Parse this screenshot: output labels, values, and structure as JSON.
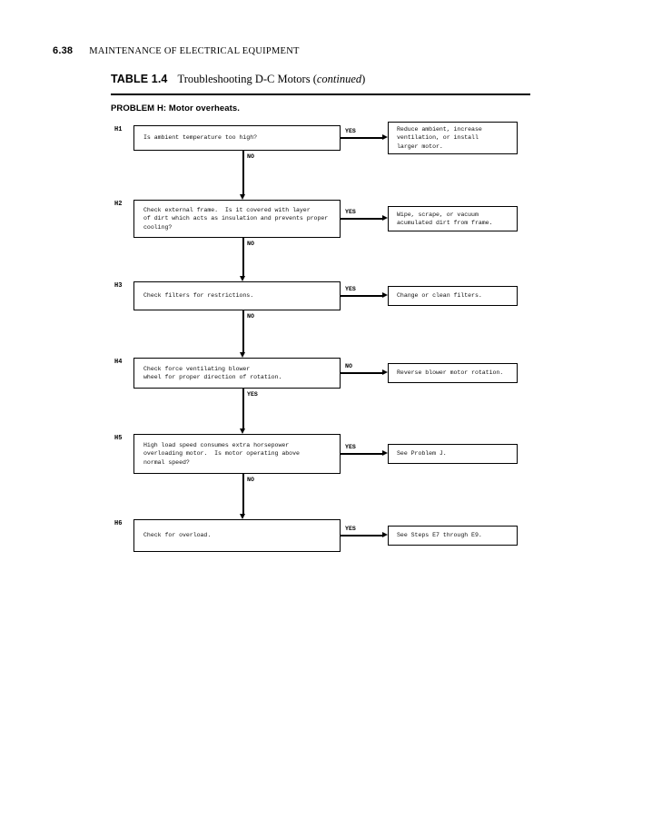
{
  "running_head": {
    "folio": "6.38",
    "title": "MAINTENANCE OF ELECTRICAL EQUIPMENT"
  },
  "caption": {
    "label": "TABLE 1.4",
    "text": "Troubleshooting D-C Motors (",
    "continued": "continued",
    "close": ")"
  },
  "problem_heading": "PROBLEM H: Motor overheats.",
  "flowchart": {
    "yes_label": "YES",
    "no_label": "NO",
    "steps": [
      {
        "tag": "H1",
        "question": "Is ambient temperature too high?",
        "branch_label": "YES",
        "action": "Reduce ambient, increase\nventilation, or install\nlarger motor.",
        "down_label": "NO"
      },
      {
        "tag": "H2",
        "question": "Check external frame.  Is it covered with layer\nof dirt which acts as insulation and prevents proper\ncooling?",
        "branch_label": "YES",
        "action": "Wipe, scrape, or vacuum\nacumulated dirt from frame.",
        "down_label": "NO"
      },
      {
        "tag": "H3",
        "question": "Check filters for restrictions.",
        "branch_label": "YES",
        "action": "Change or clean filters.",
        "down_label": "NO"
      },
      {
        "tag": "H4",
        "question": "Check force ventilating blower\nwheel for proper direction of rotation.",
        "branch_label": "NO",
        "action": "Reverse blower motor rotation.",
        "down_label": "YES"
      },
      {
        "tag": "H5",
        "question": "High load speed consumes extra horsepower\noverloading motor.  Is motor operating above\nnormal speed?",
        "branch_label": "YES",
        "action": "See Problem J.",
        "down_label": "NO"
      },
      {
        "tag": "H6",
        "question": "Check for overload.",
        "branch_label": "YES",
        "action": "See Steps E7 through E9.",
        "down_label": ""
      }
    ]
  }
}
